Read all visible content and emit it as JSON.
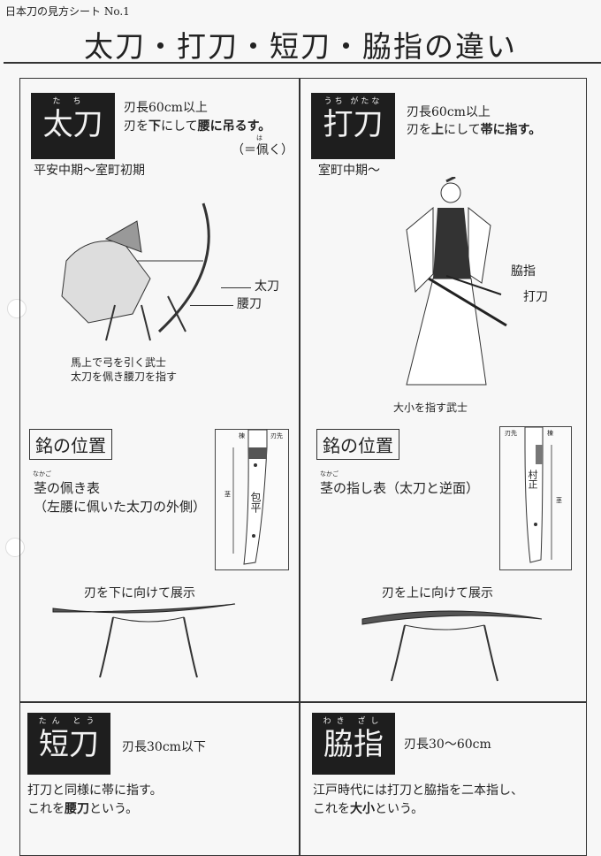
{
  "sheet_label": "日本刀の見方シート No.1",
  "title": "太刀・打刀・短刀・脇指の違い",
  "tachi": {
    "ruby": "たち",
    "name": "太刀",
    "line1": "刃長60cm以上",
    "line2_a": "刃を",
    "line2_b": "下",
    "line2_c": "にして",
    "line2_d": "腰に吊るす。",
    "note": "（＝佩く）",
    "note_ruby": "は",
    "period": "平安中期〜室町初期",
    "labels": [
      "太刀",
      "腰刀"
    ],
    "caption": [
      "馬上で弓を引く武士",
      "太刀を佩き腰刀を指す"
    ],
    "mei_title": "銘の位置",
    "nakago_ruby": "なかご",
    "mei_text1": "茎の佩き表",
    "mei_text2": "（左腰に佩いた太刀の外側）",
    "diagram": {
      "mune": "棟",
      "hasaki": "刃先",
      "nakago": "茎",
      "signature": "包平"
    },
    "display": "刃を下に向けて展示"
  },
  "uchigatana": {
    "ruby": "うち がたな",
    "name": "打刀",
    "line1": "刃長60cm以上",
    "line2_a": "刃を",
    "line2_b": "上",
    "line2_c": "にして",
    "line2_d": "帯に指す。",
    "period": "室町中期〜",
    "labels": [
      "脇指",
      "打刀"
    ],
    "caption": "大小を指す武士",
    "mei_title": "銘の位置",
    "nakago_ruby": "なかご",
    "mei_text1": "茎の指し表（太刀と逆面）",
    "diagram": {
      "hasaki": "刃先",
      "mune": "棟",
      "nakago": "茎",
      "signature": "村正"
    },
    "display": "刃を上に向けて展示"
  },
  "tanto": {
    "ruby": "たん とう",
    "name": "短刀",
    "line1": "刃長30cm以下",
    "text1": "打刀と同様に帯に指す。",
    "text2_a": "これを",
    "text2_b": "腰刀",
    "text2_c": "という。"
  },
  "wakizashi": {
    "ruby": "わき ざし",
    "name": "脇指",
    "line1": "刃長30〜60cm",
    "text1": "江戸時代には打刀と脇指を二本指し、",
    "text2_a": "これを",
    "text2_b": "大小",
    "text2_c": "という。"
  }
}
